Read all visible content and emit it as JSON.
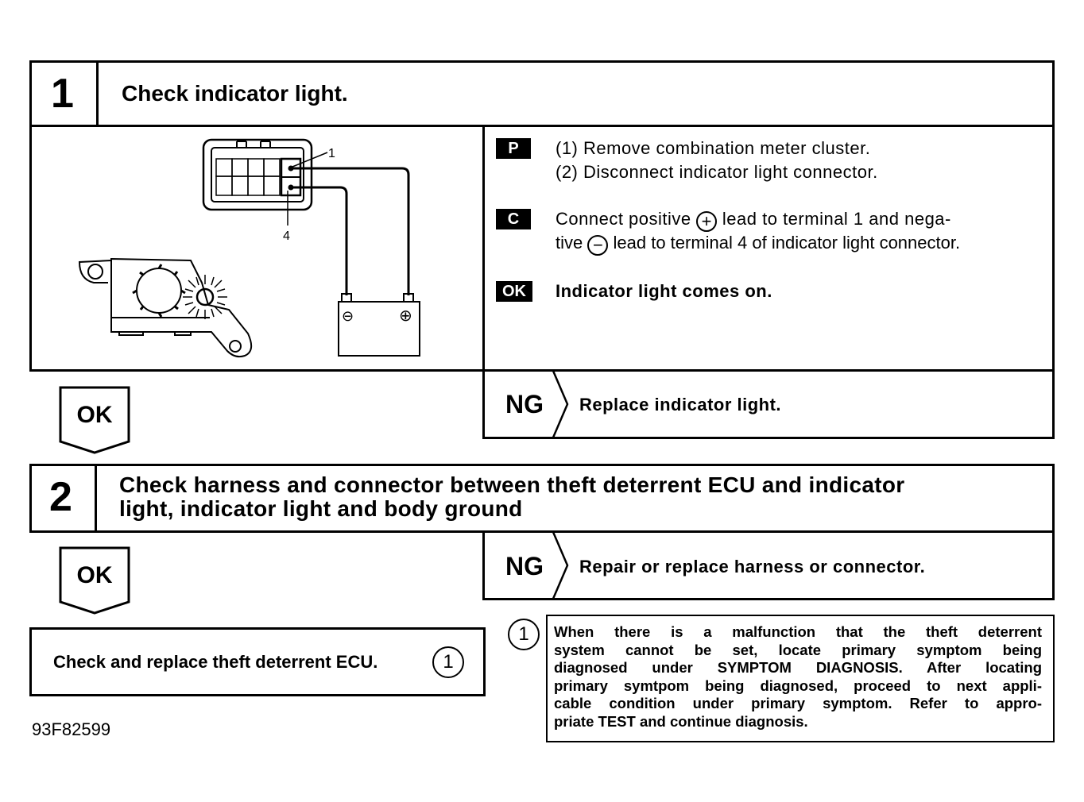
{
  "step1": {
    "number": "1",
    "title": "Check indicator light.",
    "diagram_labels": {
      "terminal_1": "1",
      "terminal_4": "4",
      "battery_neg": "⊖",
      "battery_pos": "⊕"
    },
    "instructions": {
      "p_tag": "P",
      "p_line1": "(1) Remove combination meter cluster.",
      "p_line2": "(2) Disconnect indicator light connector.",
      "c_tag": "C",
      "c_line1_a": "Connect positive",
      "c_line1_b": "lead to terminal 1 and nega-",
      "c_line2_a": "tive",
      "c_line2_b": "lead to terminal 4 of indicator light connector.",
      "plus_sign": "+",
      "minus_sign": "−",
      "ok_tag": "OK",
      "ok_text": "Indicator light comes on."
    },
    "ok_label": "OK",
    "ng_label": "NG",
    "ng_text": "Replace indicator light."
  },
  "step2": {
    "number": "2",
    "title_line1": "Check harness and connector between theft deterrent ECU and indicator",
    "title_line2": "light, indicator light and body ground",
    "ok_label": "OK",
    "ng_label": "NG",
    "ng_text": "Repair or replace harness or connector."
  },
  "final": {
    "text": "Check and replace theft deterrent ECU.",
    "ref": "1"
  },
  "note": {
    "ref": "1",
    "line1": "When there is a malfunction that the theft deterrent",
    "line2": "system cannot be set, locate primary symptom being",
    "line3": "diagnosed under SYMPTOM DIAGNOSIS. After locating",
    "line4": "primary symtpom being diagnosed, proceed to next appli-",
    "line5": "cable condition under primary symptom. Refer to appro-",
    "line6": "priate TEST and continue diagnosis."
  },
  "figure_id": "93F82599"
}
